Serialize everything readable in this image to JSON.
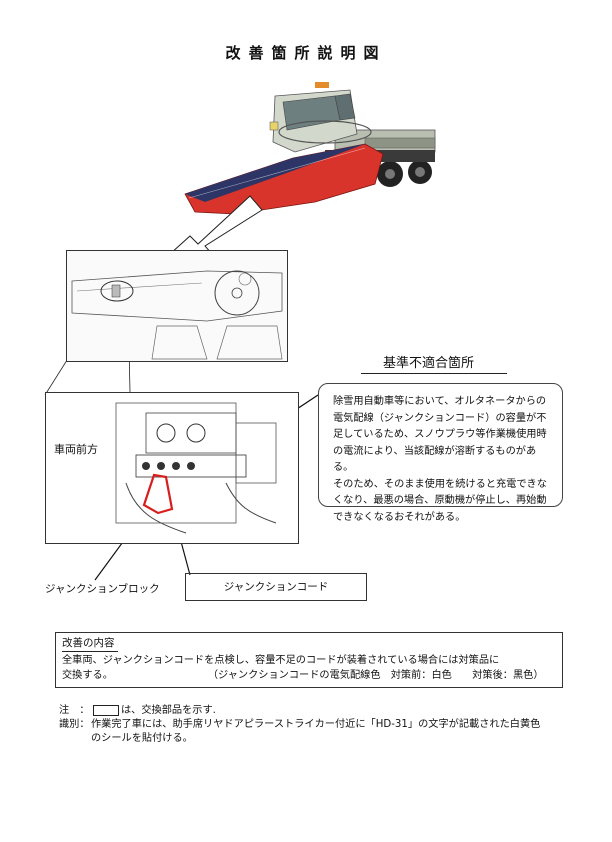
{
  "title": "改善箇所説明図",
  "labels": {
    "vehicle_front": "車両前方",
    "junction_block": "ジャンクションブロック",
    "junction_cord": "ジャンクションコード"
  },
  "nonconformity": {
    "heading": "基準不適合箇所",
    "lines": [
      "除雪用自動車等において、オルタネータからの",
      "電気配線（ジャンクションコード）の容量が不",
      "足しているため、スノウプラウ等作業機使用時",
      "の電流により、当該配線が溶断するものがある。",
      "そのため、そのまま使用を続けると充電できな",
      "くなり、最悪の場合、原動機が停止し、再始動",
      "できなくなるおそれがある。"
    ]
  },
  "improvement": {
    "heading": "改善の内容",
    "line1": "全車両、ジャンクションコードを点検し、容量不足のコードが装着されている場合には対策品に",
    "line2": "交換する。",
    "detail": "（ジャンクションコードの電気配線色　対策前：白色　　対策後：黒色）"
  },
  "notes": {
    "note_key": "注　：",
    "note_text": "は、交換部品を示す.",
    "id_key": "識別：",
    "id_line1": "作業完了車には、助手席リヤドアピラーストライカー付近に「HD-31」の文字が記載された白黄色",
    "id_line2": "のシールを貼付ける。"
  },
  "colors": {
    "plow_red": "#d9342b",
    "plow_navy": "#2c3566",
    "truck_body": "#c9cfc2",
    "highlight_red": "#d81e1e"
  }
}
